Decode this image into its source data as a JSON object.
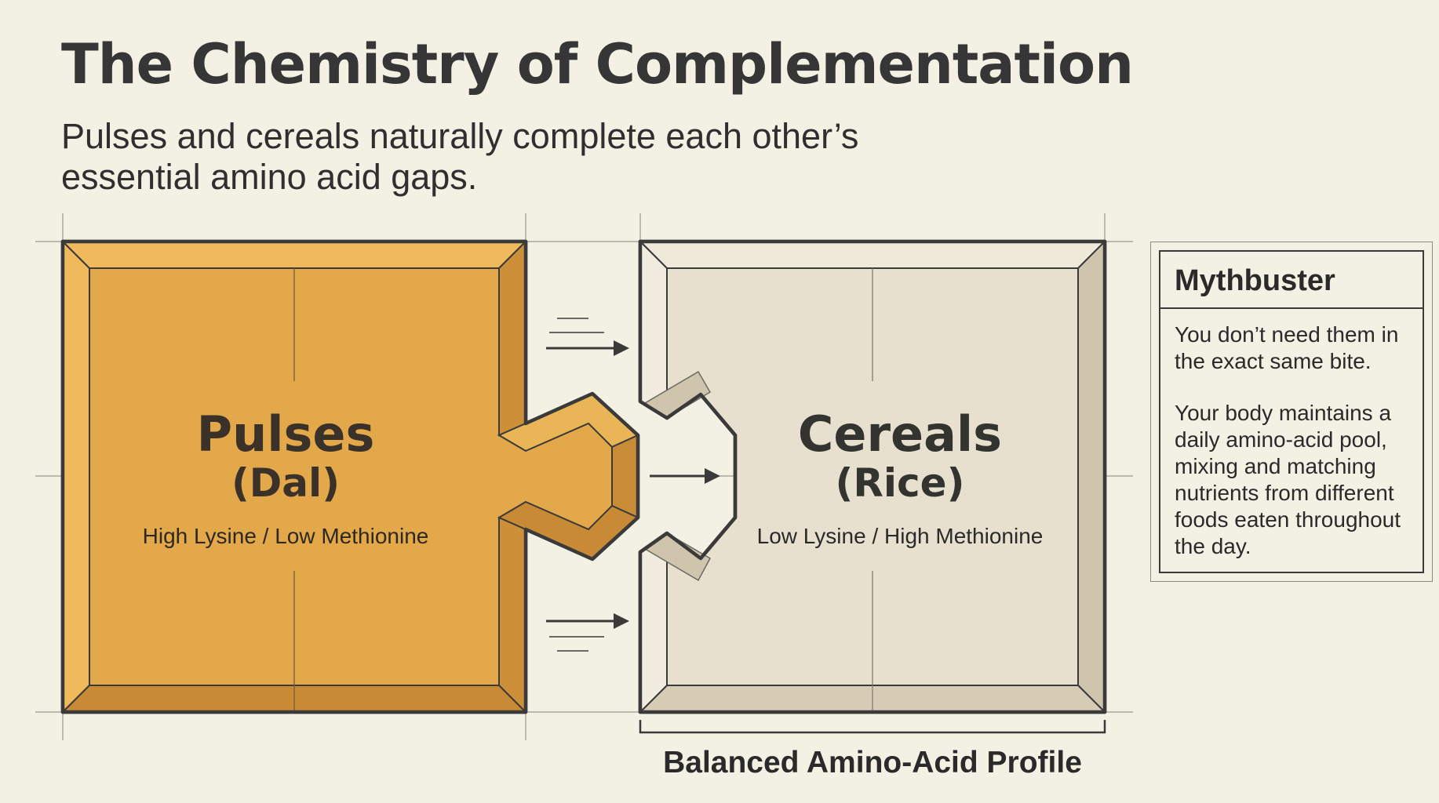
{
  "header": {
    "title": "The Chemistry of Complementation",
    "subtitle": "Pulses and cereals naturally complete each other’s essential amino acid gaps."
  },
  "pulses": {
    "name": "Pulses",
    "example": "(Dal)",
    "profile": "High Lysine / Low Methionine",
    "color": "#e3a84a"
  },
  "cereals": {
    "name": "Cereals",
    "example": "(Rice)",
    "profile": "Low Lysine / High Methionine",
    "color": "#e7e0cf"
  },
  "result": {
    "label": "Balanced Amino-Acid Profile"
  },
  "mythbuster": {
    "heading": "Mythbuster",
    "paragraph_1": "You don’t need them in the exact same bite.",
    "paragraph_2": "Your body maintains a daily amino-acid pool, mixing and matching nutrients from different foods eaten throughout the day."
  },
  "colors": {
    "background": "#f3f0e4",
    "outline": "#3a3a3a",
    "text": "#333333"
  }
}
